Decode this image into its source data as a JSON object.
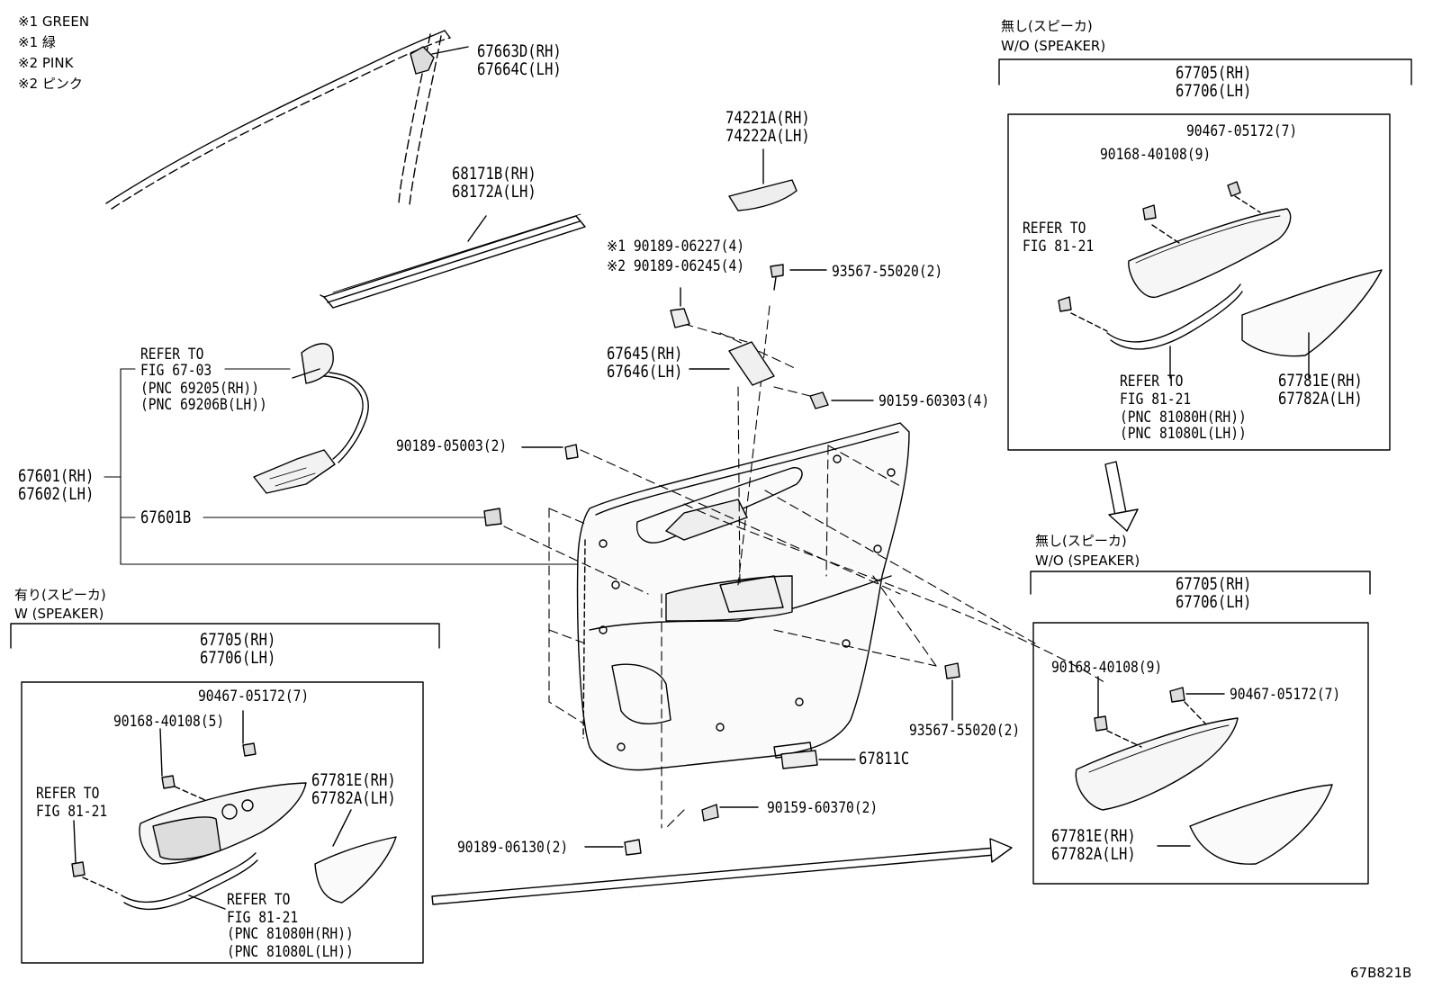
{
  "legend": [
    "※1 GREEN",
    "※1 緑",
    "※2 PINK",
    "※2 ピンク"
  ],
  "code": "67B821B",
  "center": {
    "molding": [
      "67663D(RH)",
      "67664C(LH)"
    ],
    "belt_weatherstrip": [
      "68171B(RH)",
      "68172A(LH)"
    ],
    "panel_74221": [
      "74221A(RH)",
      "74222A(LH)"
    ],
    "clip_green": "※1 90189-06227(4)",
    "clip_pink": "※2 90189-06245(4)",
    "screw_top": "93567-55020(2)",
    "bracket": [
      "67645(RH)",
      "67646(LH)"
    ],
    "screw_90159_top": "90159-60303(4)",
    "clip_05003": "90189-05003(2)",
    "refer_handle": [
      "REFER TO",
      "FIG 67-03",
      "(PNC 69205(RH))",
      "(PNC 69206B(LH))"
    ],
    "board": [
      "67601(RH)",
      "67602(LH)"
    ],
    "board_b": "67601B",
    "screw_right": "93567-55020(2)",
    "cover": "67811C",
    "screw_90159_bottom": "90159-60370(2)",
    "clip_06130": "90189-06130(2)"
  },
  "top_right": {
    "title_jp": "無し(スピーカ)",
    "title_en": "W/O (SPEAKER)",
    "assy": [
      "67705(RH)",
      "67706(LH)"
    ],
    "clip": "90467-05172(7)",
    "screw": "90168-40108(9)",
    "refer_a": [
      "REFER TO",
      "FIG 81-21"
    ],
    "refer_b": [
      "REFER TO",
      "FIG 81-21",
      "(PNC 81080H(RH))",
      "(PNC 81080L(LH))"
    ],
    "trim": [
      "67781E(RH)",
      "67782A(LH)"
    ]
  },
  "bottom_left": {
    "title_jp": "有り(スピーカ)",
    "title_en": "W (SPEAKER)",
    "assy": [
      "67705(RH)",
      "67706(LH)"
    ],
    "clip": "90467-05172(7)",
    "screw": "90168-40108(5)",
    "refer_a": [
      "REFER TO",
      "FIG 81-21"
    ],
    "trim": [
      "67781E(RH)",
      "67782A(LH)"
    ],
    "refer_b": [
      "REFER TO",
      "FIG 81-21",
      "(PNC 81080H(RH))",
      "(PNC 81080L(LH))"
    ]
  },
  "bottom_right": {
    "title_jp": "無し(スピーカ)",
    "title_en": "W/O (SPEAKER)",
    "assy": [
      "67705(RH)",
      "67706(LH)"
    ],
    "screw": "90168-40108(9)",
    "clip": "90467-05172(7)",
    "trim": [
      "67781E(RH)",
      "67782A(LH)"
    ]
  }
}
